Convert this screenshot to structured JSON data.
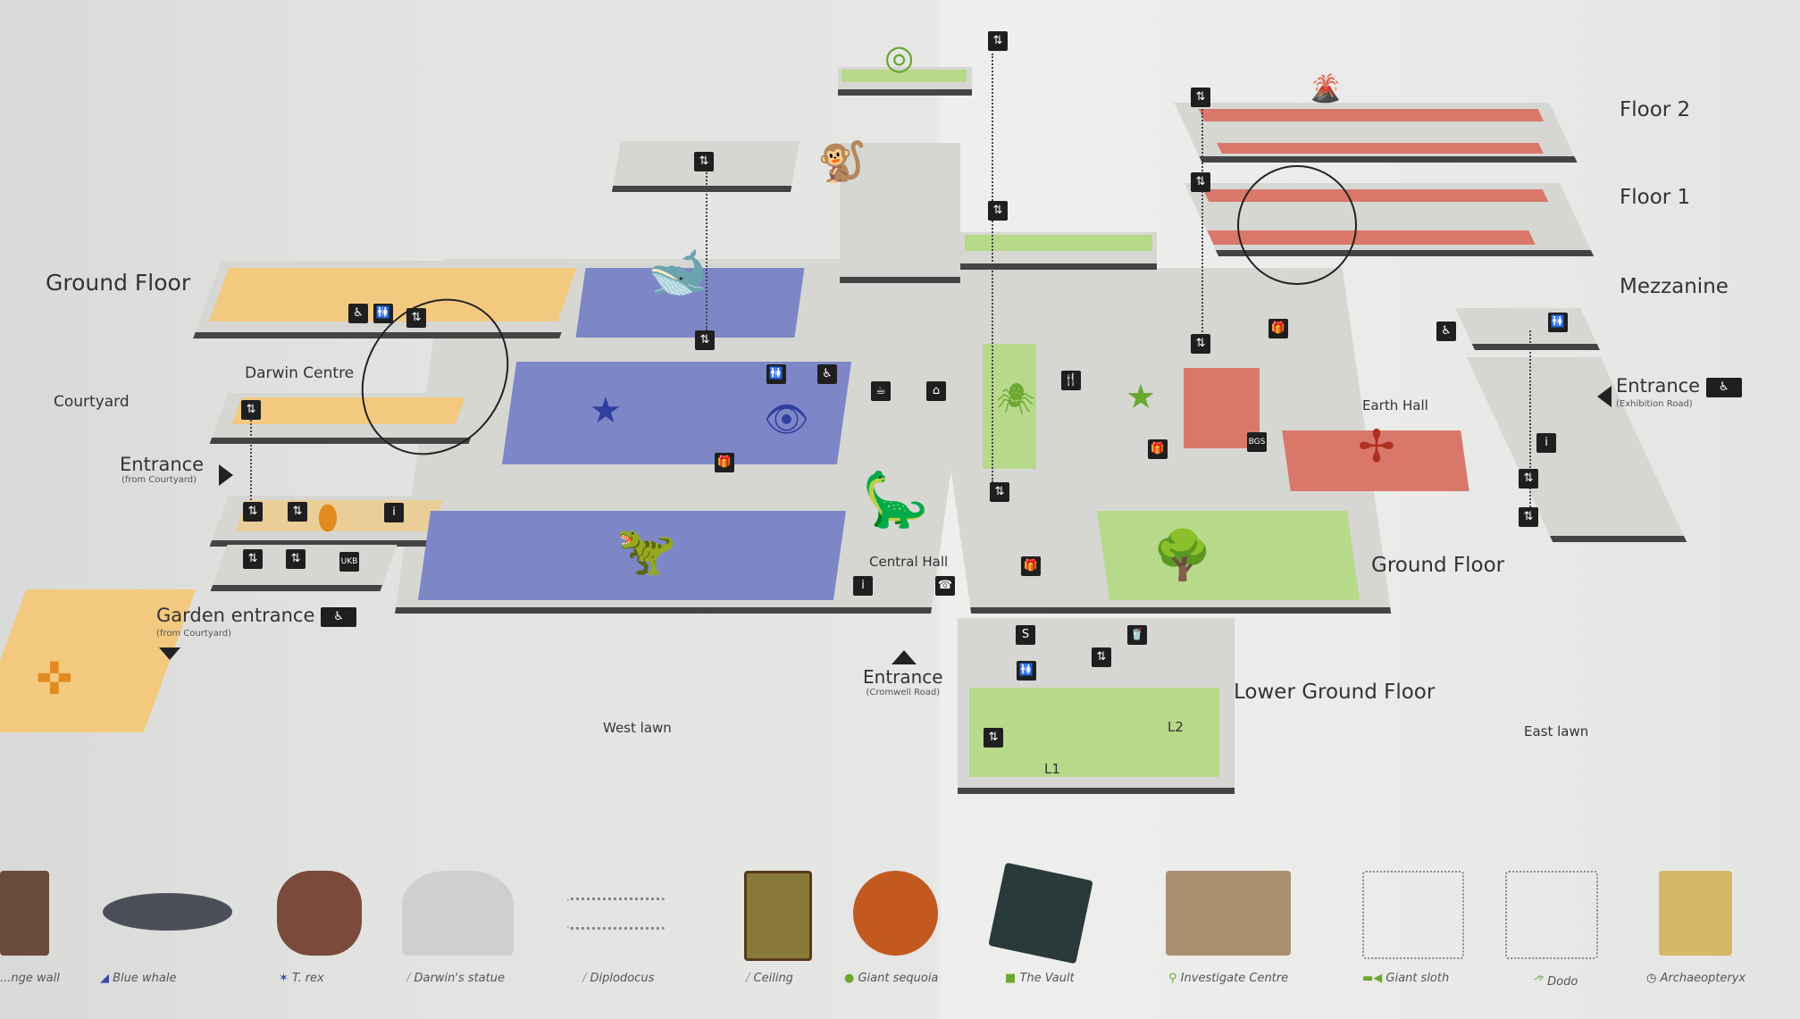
{
  "floor_labels": {
    "floor2": "Floor 2",
    "floor1": "Floor 1",
    "mezzanine": "Mezzanine",
    "ground_left": "Ground Floor",
    "ground_right": "Ground Floor",
    "lower_ground": "Lower Ground Floor"
  },
  "places": {
    "darwin_centre": "Darwin Centre",
    "courtyard": "Courtyard",
    "central_hall": "Central Hall",
    "earth_hall": "Earth Hall",
    "west_lawn": "West lawn",
    "east_lawn": "East lawn",
    "l1": "L1",
    "l2": "L2",
    "bgs": "BGS",
    "ukb": "UKB"
  },
  "entrances": [
    {
      "label": "Entrance",
      "sub": "(from Courtyard)"
    },
    {
      "label": "Garden entrance",
      "sub": "(from Courtyard)"
    },
    {
      "label": "Entrance",
      "sub": "(Cromwell Road)"
    },
    {
      "label": "Entrance",
      "sub": "(Exhibition Road)"
    }
  ],
  "legend": [
    {
      "label": "...nge wall",
      "icon": "person-icon"
    },
    {
      "label": "Blue whale",
      "icon": "whale-icon"
    },
    {
      "label": "T. rex",
      "icon": "dinosaur-icon"
    },
    {
      "label": "Darwin's statue",
      "icon": "statue-icon"
    },
    {
      "label": "Diplodocus",
      "icon": "skeleton-icon"
    },
    {
      "label": "Ceiling",
      "icon": "ceiling-icon"
    },
    {
      "label": "Giant sequoia",
      "icon": "tree-ring-icon"
    },
    {
      "label": "The Vault",
      "icon": "treasure-chest-icon"
    },
    {
      "label": "Investigate Centre",
      "icon": "magnifier-icon"
    },
    {
      "label": "Giant sloth",
      "icon": "sloth-icon"
    },
    {
      "label": "Dodo",
      "icon": "dodo-icon"
    },
    {
      "label": "Archaeopteryx",
      "icon": "clock-icon"
    }
  ],
  "colors": {
    "blue_zone": "#7d87c8",
    "green_zone": "#b7d98a",
    "orange_zone": "#f3c97f",
    "red_zone": "#d9786a"
  }
}
